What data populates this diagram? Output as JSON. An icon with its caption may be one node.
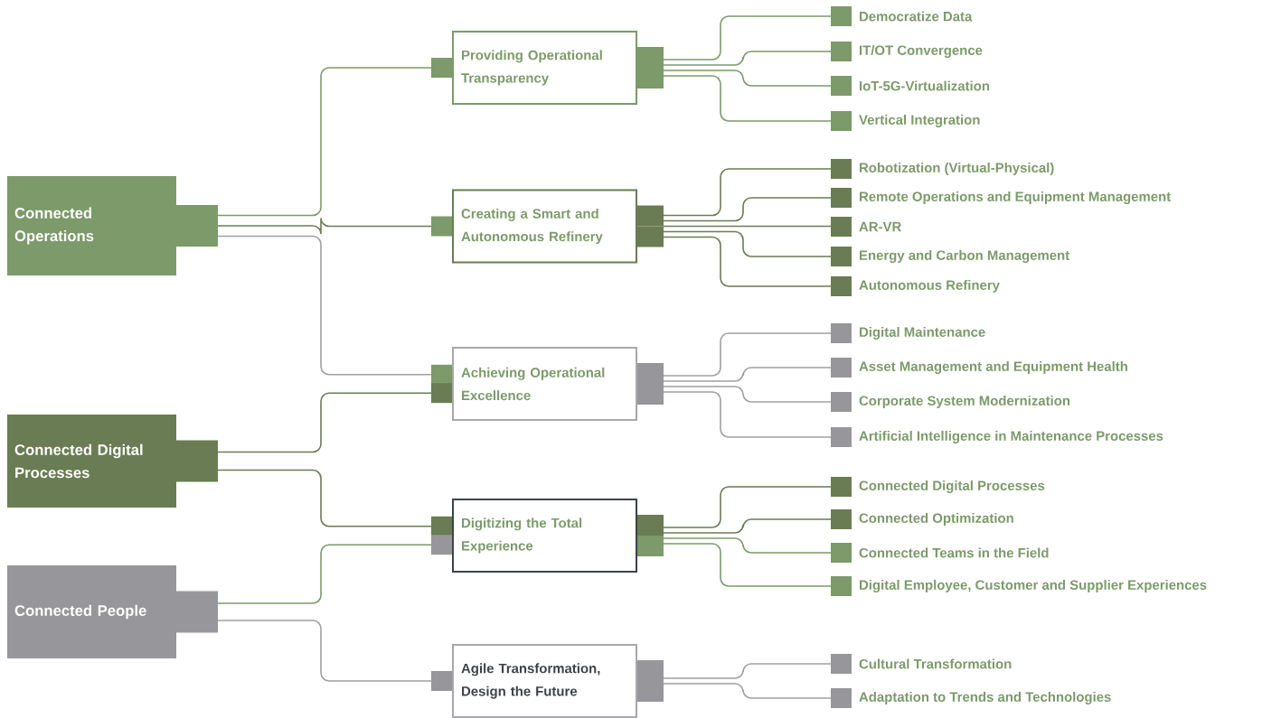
{
  "diagram": {
    "nodes": [
      {
        "text": [
          "Connected Operations"
        ]
      },
      {
        "text": [
          "Connected Digital Processes"
        ]
      },
      {
        "text": [
          "Connected People"
        ]
      },
      {
        "text": [
          "Providing Operational Transparency"
        ]
      },
      {
        "text": [
          "Creating a Smart and Autonomous Refinery"
        ]
      },
      {
        "text": [
          "Achieving Operational Excellence"
        ]
      },
      {
        "text": [
          "Digitizing the Total Experience"
        ]
      },
      {
        "text": [
          "Agile Transformation, Design the Future"
        ]
      },
      {
        "text": [
          "Democratize Data"
        ]
      },
      {
        "text": [
          "IT/OT Convergence"
        ]
      },
      {
        "text": [
          "IoT-5G-Virtualization"
        ]
      },
      {
        "text": [
          "Vertical Integration"
        ]
      },
      {
        "text": [
          "Robotization (Virtual-Physical)"
        ]
      },
      {
        "text": [
          "Remote Operations and Equipment Management"
        ]
      },
      {
        "text": [
          "AR-VR"
        ]
      },
      {
        "text": [
          "Energy and Carbon Management"
        ]
      },
      {
        "text": [
          "Autonomous Refinery"
        ]
      },
      {
        "text": [
          "Digital Maintenance"
        ]
      },
      {
        "text": [
          "Asset Management and Equipment Health"
        ]
      },
      {
        "text": [
          "Corporate System Modernization"
        ]
      },
      {
        "text": [
          "Artificial Intelligence in Maintenance Processes"
        ]
      },
      {
        "text": [
          "Connected Digital Processes"
        ]
      },
      {
        "text": [
          "Connected Optimization"
        ]
      },
      {
        "text": [
          "Connected Teams in the Field"
        ]
      },
      {
        "text": [
          "Digital Employee, Customer and Supplier Experiences"
        ]
      },
      {
        "text": [
          "Cultural Transformation"
        ]
      },
      {
        "text": [
          "Adaptation to Trends and Technologies"
        ]
      }
    ],
    "edges": [
      {
        "from": 0,
        "to": 3,
        "arrow": "none",
        "color": "#7c9a6a"
      },
      {
        "from": 0,
        "to": 4,
        "arrow": "none"
      },
      {
        "from": 0,
        "to": 5,
        "arrow": "none",
        "color": "#a0a0a4"
      },
      {
        "from": 1,
        "to": 5,
        "arrow": "none"
      },
      {
        "from": 1,
        "to": 6,
        "arrow": "none"
      },
      {
        "from": 2,
        "to": 6,
        "arrow": "none",
        "color": "#7c9a6a"
      },
      {
        "from": 2,
        "to": 7,
        "arrow": "none",
        "color": "#a0a0a4"
      },
      {
        "from": 3,
        "to": 8,
        "arrow": "none",
        "color": "#7c9a6a"
      },
      {
        "from": 3,
        "to": 9,
        "arrow": "none",
        "color": "#7c9a6a"
      },
      {
        "from": 3,
        "to": 10,
        "arrow": "none",
        "color": "#7c9a6a"
      },
      {
        "from": 3,
        "to": 11,
        "arrow": "none",
        "color": "#7c9a6a"
      },
      {
        "from": 4,
        "to": 12,
        "arrow": "none"
      },
      {
        "from": 4,
        "to": 13,
        "arrow": "none"
      },
      {
        "from": 4,
        "to": 14,
        "arrow": "none"
      },
      {
        "from": 4,
        "to": 15,
        "arrow": "none"
      },
      {
        "from": 4,
        "to": 16,
        "arrow": "none"
      },
      {
        "from": 5,
        "to": 17,
        "arrow": "none",
        "color": "#a0a0a4"
      },
      {
        "from": 5,
        "to": 18,
        "arrow": "none",
        "color": "#a0a0a4"
      },
      {
        "from": 5,
        "to": 19,
        "arrow": "none",
        "color": "#a0a0a4"
      },
      {
        "from": 5,
        "to": 20,
        "arrow": "none",
        "color": "#a0a0a4"
      },
      {
        "from": 6,
        "to": 21,
        "arrow": "none"
      },
      {
        "from": 6,
        "to": 22,
        "arrow": "none"
      },
      {
        "from": 6,
        "to": 23,
        "arrow": "none",
        "color": "#7c9a6a"
      },
      {
        "from": 6,
        "to": 24,
        "arrow": "none",
        "color": "#7c9a6a"
      },
      {
        "from": 7,
        "to": 25,
        "arrow": "none",
        "color": "#a0a0a4"
      },
      {
        "from": 7,
        "to": 26,
        "arrow": "none",
        "color": "#a0a0a4"
      }
    ]
  }
}
